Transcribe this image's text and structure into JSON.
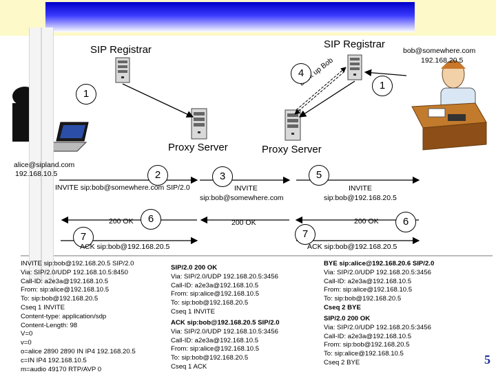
{
  "diagram": {
    "registrar_left": "SIP Registrar",
    "registrar_right": "SIP Registrar",
    "proxy_left": "Proxy Server",
    "proxy_right": "Proxy Server",
    "lookup_label": "Look up Bob",
    "bob_address": "bob@somewhere.com",
    "bob_ip": "192.168.20.5",
    "alice_address": "alice@sipland.com",
    "alice_ip": "192.168.10.5",
    "steps": [
      "1",
      "1",
      "2",
      "3",
      "4",
      "5",
      "6",
      "6",
      "7",
      "7"
    ],
    "invite_1": "INVITE sip:bob@somewhere.com SIP/2.0",
    "invite_2_line1": "INVITE",
    "invite_2_line2": "sip:bob@somewhere.com",
    "invite_3_line1": "INVITE",
    "invite_3_line2": "sip:bob@192.168.20.5",
    "ok_1": "200 OK",
    "ok_2": "200 OK",
    "ok_3": "200 OK",
    "ack_1": "ACK sip:bob@192.168.20.5",
    "ack_2": "ACK sip:bob@192.168.20.5"
  },
  "messages": {
    "invite": [
      "INVITE sip:bob@192.168.20.5 SIP/2.0",
      "Via: SIP/2.0/UDP 192.168.10.5:8450",
      "Call-ID: a2e3a@192.168.10.5",
      "From: sip:alice@192.168.10.5",
      "To: sip:bob@192.168.20.5",
      "Cseq 1 INVITE",
      "Content-type: application/sdp",
      "Content-Length: 98",
      "V=0",
      "v=0",
      "o=alice 2890 2890 IN IP4 192.168.20.5",
      "c=IN IP4 192.168.10.5",
      "m=audio 49170 RTP/AVP 0"
    ],
    "ok_invite": [
      "SIP/2.0 200 OK",
      "Via: SIP/2.0/UDP 192.168.20.5:3456",
      "Call-ID: a2e3a@192.168.10.5",
      "From: sip:alice@192.168.10.5",
      "To: sip:bob@192.168.20.5",
      "Cseq 1 INVITE"
    ],
    "ack": [
      "ACK sip:bob@192.168.20.5 SIP/2.0",
      "Via: SIP/2.0/UDP 192.168.10.5:3456",
      "Call-ID: a2e3a@192.168.10.5",
      "From: sip:alice@192.168.10.5",
      "To: sip:bob@192.168.20.5",
      "Cseq 1 ACK"
    ],
    "bye": [
      "BYE sip:alice@192.168.20.6 SIP/2.0",
      "Via: SIP/2.0/UDP 192.168.20.5:3456",
      "Call-ID: a2e3a@192.168.10.5",
      "From: sip:alice@192.168.10.5",
      "To: sip:bob@192.168.20.5",
      "Cseq 2 BYE"
    ],
    "ok_bye": [
      "SIP/2.0 200 OK",
      "Via: SIP/2.0/UDP 192.168.20.5:3456",
      "Call-ID: a2e3a@192.168.10.5",
      "From: sip:bob@192.168.20.5",
      "To: sip:alice@192.168.10.5",
      "Cseq 2 BYE"
    ]
  },
  "page_number": "5",
  "colors": {
    "band": "#0000c8",
    "title_bg": "#fdf9c8",
    "page_number": "#1a2a9a"
  }
}
